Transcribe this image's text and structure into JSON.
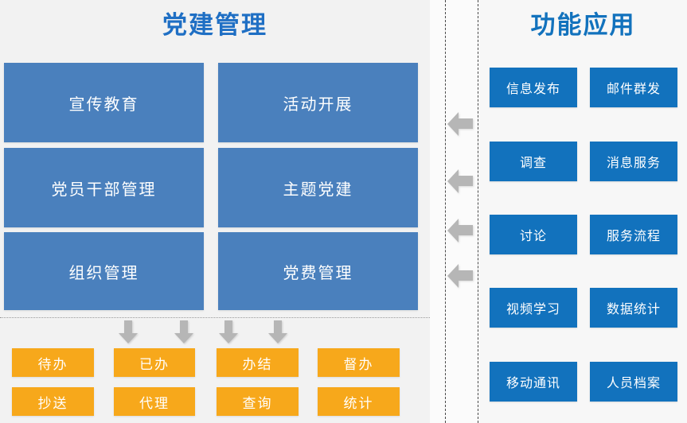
{
  "left_panel": {
    "title": "党建管理",
    "modules": [
      {
        "label": "宣传教育"
      },
      {
        "label": "活动开展"
      },
      {
        "label": "党员干部管理"
      },
      {
        "label": "主题党建"
      },
      {
        "label": "组织管理"
      },
      {
        "label": "党费管理"
      }
    ],
    "workflow_buttons": [
      {
        "label": "待办"
      },
      {
        "label": "已办"
      },
      {
        "label": "办结"
      },
      {
        "label": "督办"
      },
      {
        "label": "抄送"
      },
      {
        "label": "代理"
      },
      {
        "label": "查询"
      },
      {
        "label": "统计"
      }
    ],
    "down_arrow_count": 4
  },
  "right_panel": {
    "title": "功能应用",
    "applications": [
      {
        "label": "信息发布"
      },
      {
        "label": "邮件群发"
      },
      {
        "label": "调查"
      },
      {
        "label": "消息服务"
      },
      {
        "label": "讨论"
      },
      {
        "label": "服务流程"
      },
      {
        "label": "视频学习"
      },
      {
        "label": "数据统计"
      },
      {
        "label": "移动通讯"
      },
      {
        "label": "人员档案"
      }
    ]
  },
  "divider": {
    "left_arrow_count": 4
  },
  "colors": {
    "title_blue": "#1f6fc4",
    "module_blue": "#4a80bd",
    "app_blue": "#1272bd",
    "workflow_orange": "#f7a81b",
    "arrow_gray": "#b6b6b6",
    "panel_background": "#f2f2f2",
    "right_panel_background": "#f7f7f7"
  }
}
